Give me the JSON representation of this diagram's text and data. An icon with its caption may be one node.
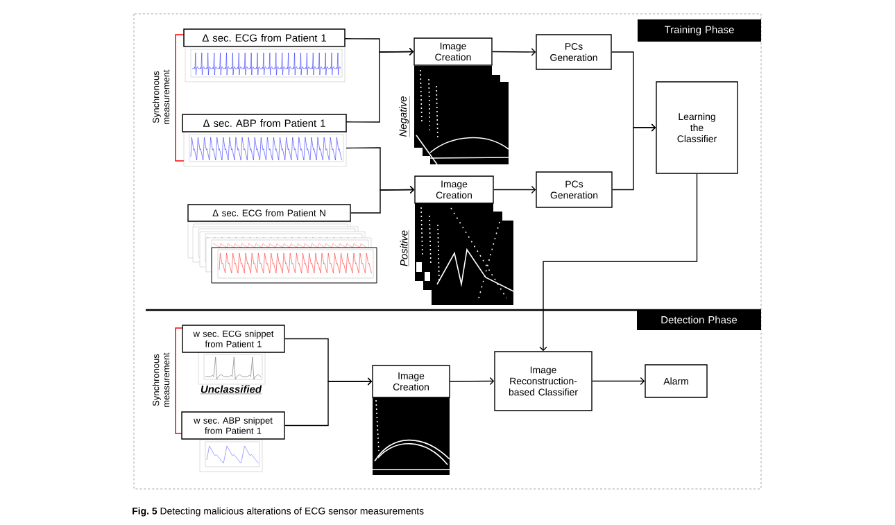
{
  "diagram": {
    "caption": "**Fig. 5** Detecting malicious alterations of ECG sensor measurements",
    "nodes": [
      {
        "text": [
          "Δ sec. ECG from Patient 1"
        ]
      },
      {
        "text": [
          "Δ sec. ABP from Patient 1"
        ]
      },
      {
        "text": [
          "Δ sec. ECG from Patient N"
        ]
      },
      {
        "text": [
          "Image Creation"
        ],
        "beside": [
          "Negative"
        ]
      },
      {
        "text": [
          "PCs Generation"
        ]
      },
      {
        "text": [
          "Image Creation"
        ],
        "beside": [
          "Positive"
        ]
      },
      {
        "text": [
          "PCs Generation"
        ]
      },
      {
        "text": [
          "Learning the Classifier"
        ]
      },
      {
        "text": [
          "w sec. ECG snippet from Patient 1"
        ]
      },
      {
        "text": [
          "w sec. ABP snippet from Patient 1"
        ]
      },
      {
        "text": [
          "Image Creation"
        ]
      },
      {
        "text": [
          "Image Reconstruction-based Classifier"
        ]
      },
      {
        "text": [
          "Alarm"
        ]
      },
      {
        "text": [
          "Training Phase"
        ]
      },
      {
        "text": [
          "Detection Phase"
        ]
      }
    ],
    "edges": [
      {
        "from": 0,
        "to": 3,
        "arrow": "to"
      },
      {
        "from": 1,
        "to": 3,
        "arrow": "to"
      },
      {
        "from": 1,
        "to": 5,
        "arrow": "to"
      },
      {
        "from": 2,
        "to": 5,
        "arrow": "to"
      },
      {
        "from": 3,
        "to": 4,
        "arrow": "to"
      },
      {
        "from": 5,
        "to": 6,
        "arrow": "to"
      },
      {
        "from": 4,
        "to": 7,
        "arrow": "to"
      },
      {
        "from": 6,
        "to": 7,
        "arrow": "to"
      },
      {
        "from": 7,
        "to": 11,
        "arrow": "to"
      },
      {
        "from": 8,
        "to": 10,
        "arrow": "to"
      },
      {
        "from": 9,
        "to": 10,
        "arrow": "to"
      },
      {
        "from": 10,
        "to": 11,
        "arrow": "to"
      },
      {
        "from": 11,
        "to": 12,
        "arrow": "to"
      }
    ],
    "labels": [
      "Synchronous measurement",
      "Unclassified",
      "Synchronous measurement"
    ]
  }
}
